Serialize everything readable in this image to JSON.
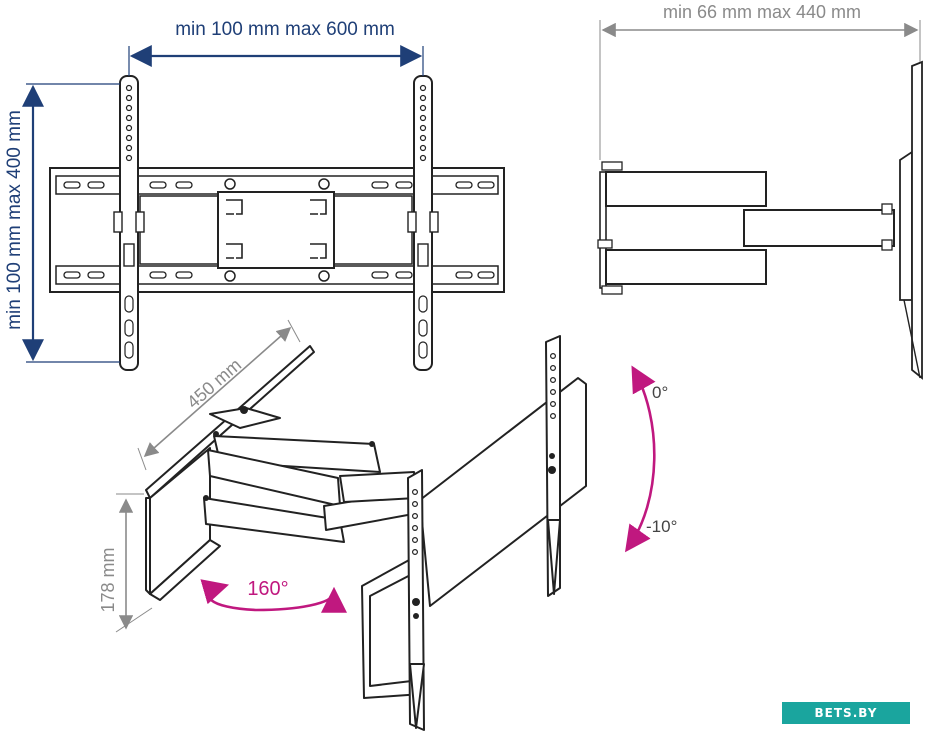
{
  "dimensions": {
    "vesa_horizontal": "min 100 mm max 600 mm",
    "vesa_vertical": "min 100 mm max 400 mm",
    "wall_distance": "min 66 mm max 440 mm",
    "arm_length": "450 mm",
    "plate_height": "178 mm"
  },
  "motion": {
    "swivel": "160°",
    "tilt_up": "0°",
    "tilt_down": "-10°"
  },
  "watermark": {
    "text": "BETS.BY"
  },
  "colors": {
    "dimension_primary": "#1f3f77",
    "dimension_secondary": "#8a8a8a",
    "motion": "#c0187f",
    "outline": "#222222",
    "watermark_bg": "#1aa59e"
  }
}
